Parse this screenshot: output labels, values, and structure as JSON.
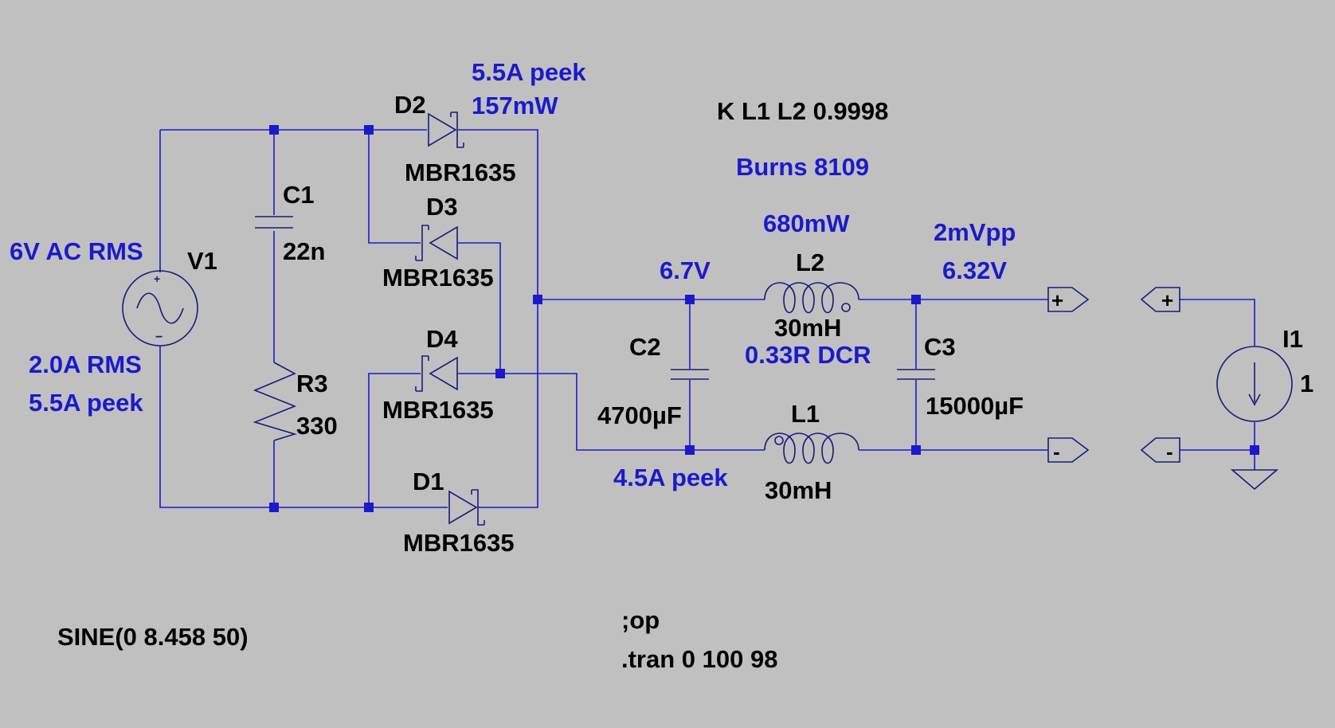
{
  "colors": {
    "background": "#c0c0c0",
    "wire": "#1a1acc",
    "symbol": "#1a1a80",
    "annotation": "#1a1acc",
    "text": "#000000"
  },
  "components": {
    "V1": {
      "name": "V1",
      "value": "SINE(0 8.458 50)"
    },
    "C1": {
      "name": "C1",
      "value": "22n"
    },
    "R3": {
      "name": "R3",
      "value": "330"
    },
    "D1": {
      "name": "D1",
      "value": "MBR1635"
    },
    "D2": {
      "name": "D2",
      "value": "MBR1635"
    },
    "D3": {
      "name": "D3",
      "value": "MBR1635"
    },
    "D4": {
      "name": "D4",
      "value": "MBR1635"
    },
    "C2": {
      "name": "C2",
      "value": "4700µF"
    },
    "C3": {
      "name": "C3",
      "value": "15000µF"
    },
    "L1": {
      "name": "L1",
      "value": "30mH"
    },
    "L2": {
      "name": "L2",
      "value": "30mH"
    },
    "I1": {
      "name": "I1",
      "value": "1"
    }
  },
  "annotations": {
    "v1_voltage": "6V AC RMS",
    "v1_current_rms": "2.0A RMS",
    "v1_current_peak": "5.5A peek",
    "d2_current": "5.5A peek",
    "d2_power": "157mW",
    "coupling": "K L1 L2 0.9998",
    "inductor_part": "Burns 8109",
    "inductor_power": "680mW",
    "inductor_dcr": "0.33R DCR",
    "c2_voltage": "6.7V",
    "c2_current": "4.5A peek",
    "ripple": "2mVpp",
    "output_voltage": "6.32V"
  },
  "flags": {
    "plus": "+",
    "minus": "-"
  },
  "directives": {
    "op": ";op",
    "tran": ".tran 0 100 98"
  }
}
